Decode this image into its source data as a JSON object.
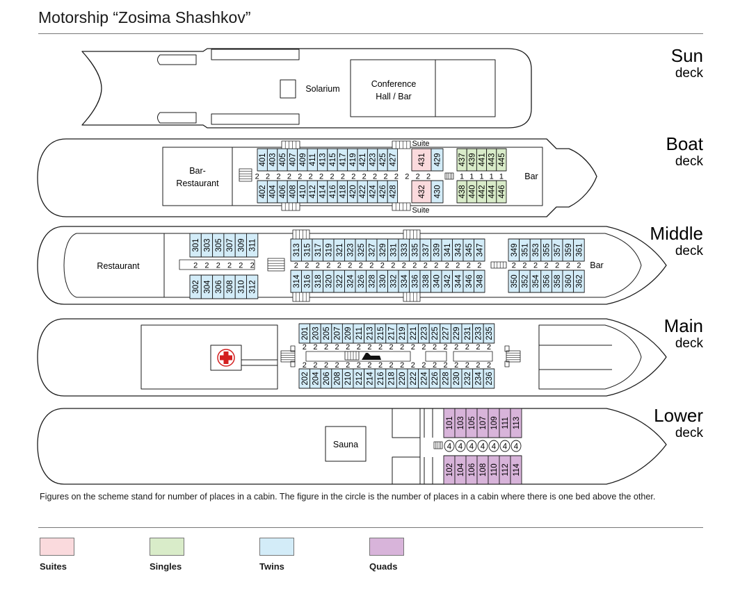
{
  "title": "Motorship “Zosima Shashkov”",
  "note": "Figures on the scheme stand for number of places in a cabin. The figure in the circle is the number of places in a cabin where there is one bed above the other.",
  "colors": {
    "suite": "#fadadd",
    "single": "#d9ecc9",
    "twin": "#d3ecf8",
    "quad": "#d8b4da",
    "outline": "#1a1a1a"
  },
  "legend": [
    {
      "label": "Suites",
      "color": "#fadadd"
    },
    {
      "label": "Singles",
      "color": "#d9ecc9"
    },
    {
      "label": "Twins",
      "color": "#d3ecf8"
    },
    {
      "label": "Quads",
      "color": "#d8b4da"
    }
  ],
  "decks": [
    {
      "name": "Sun",
      "word": "deck",
      "rooms": [
        "Solarium",
        "Conference",
        "Hall / Bar"
      ]
    },
    {
      "name": "Boat",
      "word": "deck",
      "rooms": [
        "Bar-",
        "Restaurant",
        "Bar",
        "Suite",
        "Suite"
      ],
      "top_cabins": [
        "401",
        "403",
        "405",
        "407",
        "409",
        "411",
        "413",
        "415",
        "417",
        "419",
        "421",
        "423",
        "425",
        "427"
      ],
      "bottom_cabins": [
        "402",
        "404",
        "406",
        "408",
        "410",
        "412",
        "414",
        "416",
        "418",
        "420",
        "422",
        "424",
        "426",
        "428"
      ],
      "suites": [
        "431",
        "432"
      ],
      "twins_extra": [
        "429",
        "430"
      ],
      "singles_top": [
        "437",
        "439",
        "441",
        "443",
        "445"
      ],
      "singles_bottom": [
        "438",
        "440",
        "442",
        "444",
        "446"
      ],
      "corridor_value": "2",
      "single_value": "1"
    },
    {
      "name": "Middle",
      "word": "deck",
      "rooms": [
        "Restaurant",
        "Bar"
      ],
      "top_a": [
        "301",
        "303",
        "305",
        "307",
        "309",
        "311"
      ],
      "bottom_a": [
        "302",
        "304",
        "306",
        "308",
        "310",
        "312"
      ],
      "top_b": [
        "313",
        "315",
        "317",
        "319",
        "321",
        "323",
        "325",
        "327",
        "329",
        "331",
        "333",
        "335",
        "337",
        "339",
        "341",
        "343",
        "345",
        "347"
      ],
      "bottom_b": [
        "314",
        "316",
        "318",
        "320",
        "322",
        "324",
        "326",
        "328",
        "330",
        "332",
        "334",
        "336",
        "338",
        "340",
        "342",
        "344",
        "346",
        "348"
      ],
      "top_c": [
        "349",
        "351",
        "353",
        "355",
        "357",
        "359",
        "361"
      ],
      "bottom_c": [
        "350",
        "352",
        "354",
        "356",
        "358",
        "360",
        "362"
      ],
      "corridor_value": "2"
    },
    {
      "name": "Main",
      "word": "deck",
      "top_cabins": [
        "201",
        "203",
        "205",
        "207",
        "209",
        "211",
        "213",
        "215",
        "217",
        "219",
        "221",
        "223",
        "225",
        "227",
        "229",
        "231",
        "233",
        "235"
      ],
      "bottom_cabins": [
        "202",
        "204",
        "206",
        "208",
        "210",
        "212",
        "214",
        "216",
        "218",
        "220",
        "222",
        "224",
        "226",
        "228",
        "230",
        "232",
        "234",
        "236"
      ],
      "corridor_value": "2"
    },
    {
      "name": "Lower",
      "word": "deck",
      "rooms": [
        "Sauna"
      ],
      "top_cabins": [
        "101",
        "103",
        "105",
        "107",
        "109",
        "111",
        "113"
      ],
      "bottom_cabins": [
        "102",
        "104",
        "106",
        "108",
        "110",
        "112",
        "114"
      ],
      "circle_value": "4"
    }
  ]
}
